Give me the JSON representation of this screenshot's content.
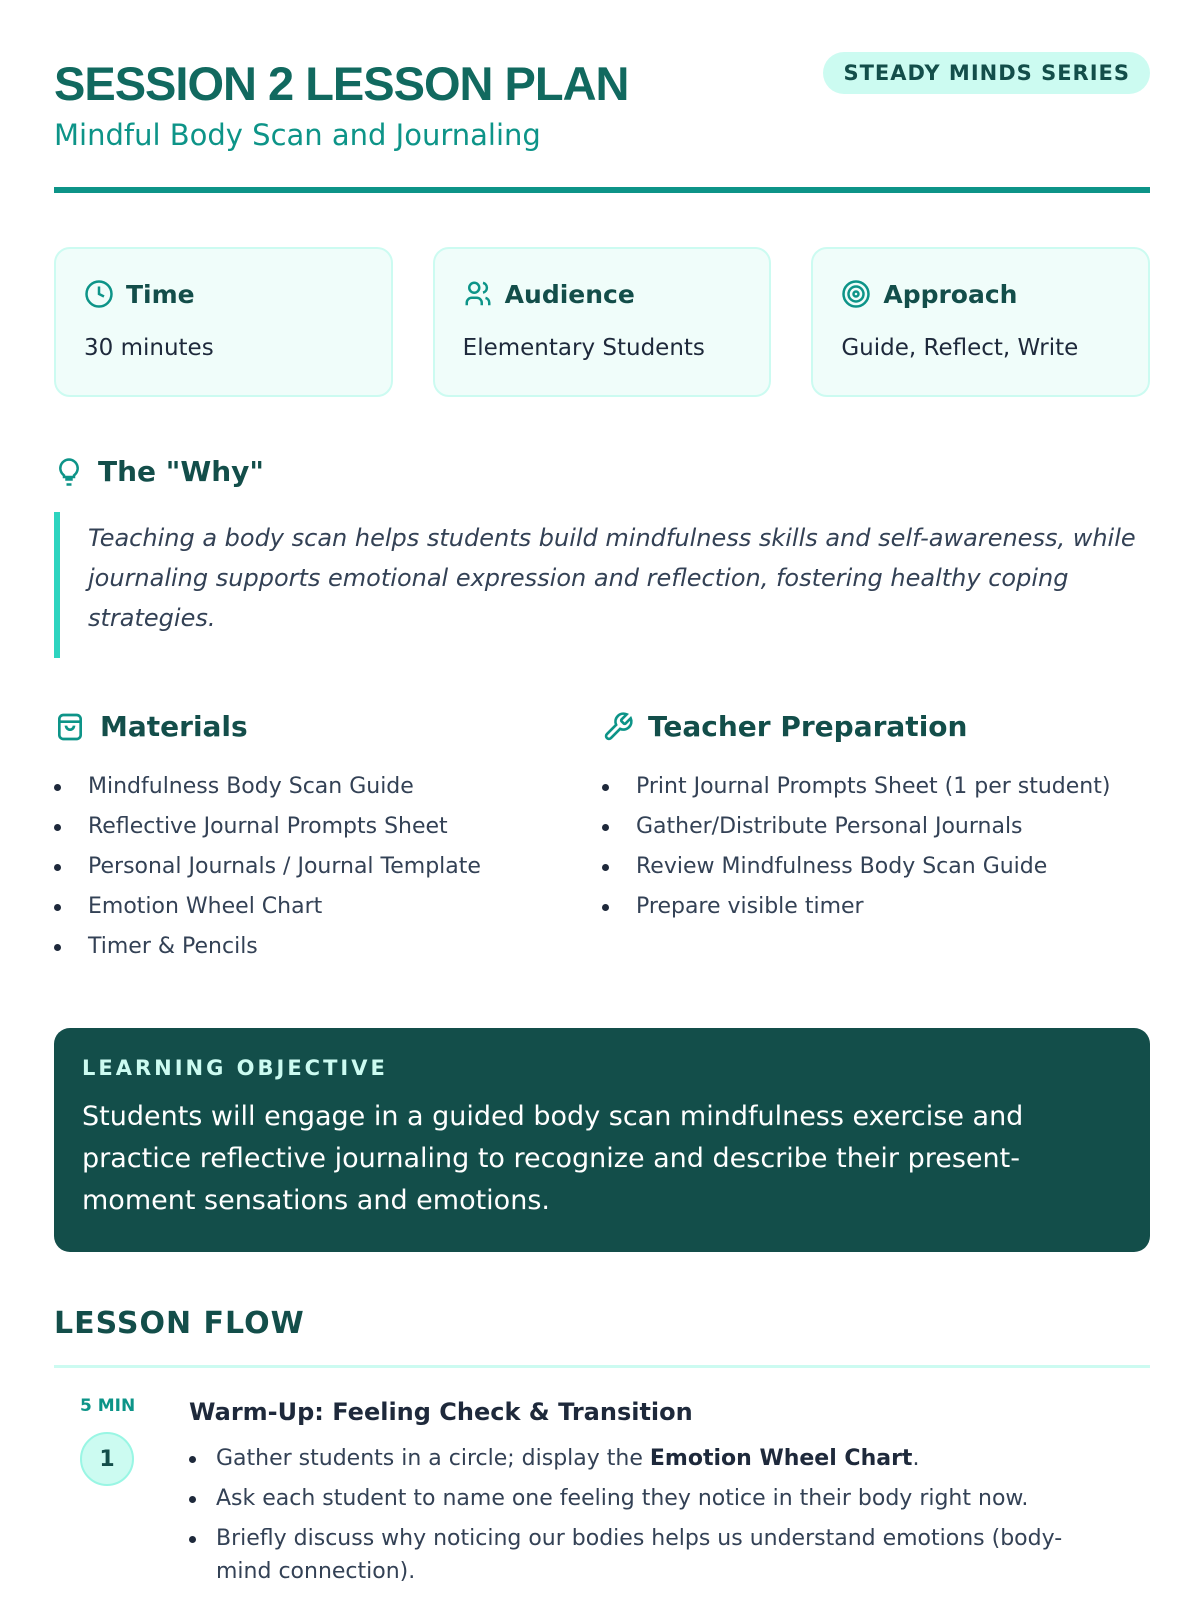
{
  "header": {
    "title": "SESSION 2 LESSON PLAN",
    "subtitle": "Mindful Body Scan and Journaling",
    "series": "STEADY MINDS SERIES"
  },
  "cards": [
    {
      "label": "Time",
      "value": "30 minutes",
      "icon": "clock-icon"
    },
    {
      "label": "Audience",
      "value": "Elementary Students",
      "icon": "users-icon"
    },
    {
      "label": "Approach",
      "value": "Guide, Reflect, Write",
      "icon": "target-icon"
    }
  ],
  "why": {
    "heading": "The \"Why\"",
    "text": "Teaching a body scan helps students build mindfulness skills and self-awareness, while journaling supports emotional expression and reflection, fostering healthy coping strategies."
  },
  "materials": {
    "heading": "Materials",
    "items": [
      "Mindfulness Body Scan Guide",
      "Reflective Journal Prompts Sheet",
      "Personal Journals / Journal Template",
      "Emotion Wheel Chart",
      "Timer & Pencils"
    ]
  },
  "prep": {
    "heading": "Teacher Preparation",
    "items": [
      "Print Journal Prompts Sheet (1 per student)",
      "Gather/Distribute Personal Journals",
      "Review Mindfulness Body Scan Guide",
      "Prepare visible timer"
    ]
  },
  "objective": {
    "label": "LEARNING OBJECTIVE",
    "text": "Students will engage in a guided body scan mindfulness exercise and practice reflective journaling to recognize and describe their present-moment sensations and emotions."
  },
  "flow": {
    "heading": "LESSON FLOW",
    "steps": [
      {
        "duration": "5 MIN",
        "number": "1",
        "title": "Warm-Up: Feeling Check & Transition",
        "b1_pre": "Gather students in a circle; display the ",
        "b1_bold": "Emotion Wheel Chart",
        "b1_post": ".",
        "b2": "Ask each student to name one feeling they notice in their body right now.",
        "b3": "Briefly discuss why noticing our bodies helps us understand emotions (body-mind connection)."
      }
    ]
  },
  "colors": {
    "primary": "#134e4a",
    "accent": "#0d9488",
    "light": "#ccfbf1"
  }
}
